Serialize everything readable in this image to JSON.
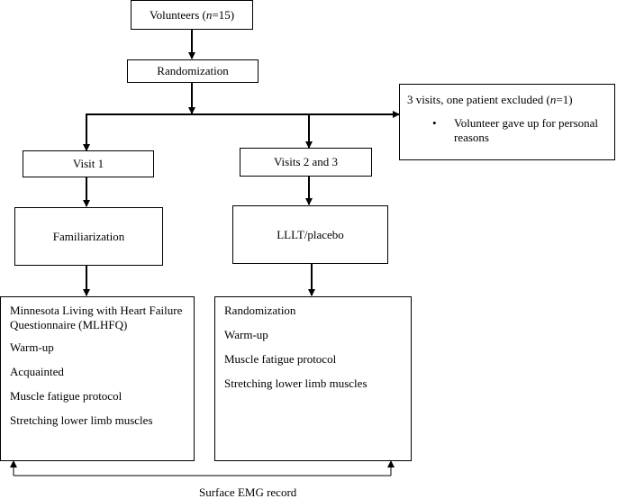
{
  "nodes": {
    "volunteers": {
      "label": "Volunteers (",
      "n_symbol": "n",
      "n_value": "=15)"
    },
    "randomization_top": {
      "label": "Randomization"
    },
    "exclusion": {
      "title_prefix": "3 visits, one patient excluded (",
      "n_symbol": "n",
      "title_suffix": "=1)",
      "bullet": "•",
      "reason": "Volunteer gave up for personal reasons"
    },
    "visit1": {
      "label": "Visit 1"
    },
    "visits23": {
      "label": "Visits 2 and 3"
    },
    "familiarization": {
      "label": "Familiarization"
    },
    "lllt": {
      "label": "LLLT/placebo"
    },
    "visit1_steps": [
      "Minnesota Living with Heart Failure Questionnaire (MLHFQ)",
      "Warm-up",
      "Acquainted",
      "Muscle fatigue protocol",
      "Stretching lower limb muscles"
    ],
    "visits23_steps": [
      "Randomization",
      "Warm-up",
      "Muscle fatigue protocol",
      "Stretching lower limb muscles"
    ]
  },
  "footer": {
    "label": "Surface EMG record"
  },
  "colors": {
    "line": "#000000",
    "background": "#ffffff"
  }
}
